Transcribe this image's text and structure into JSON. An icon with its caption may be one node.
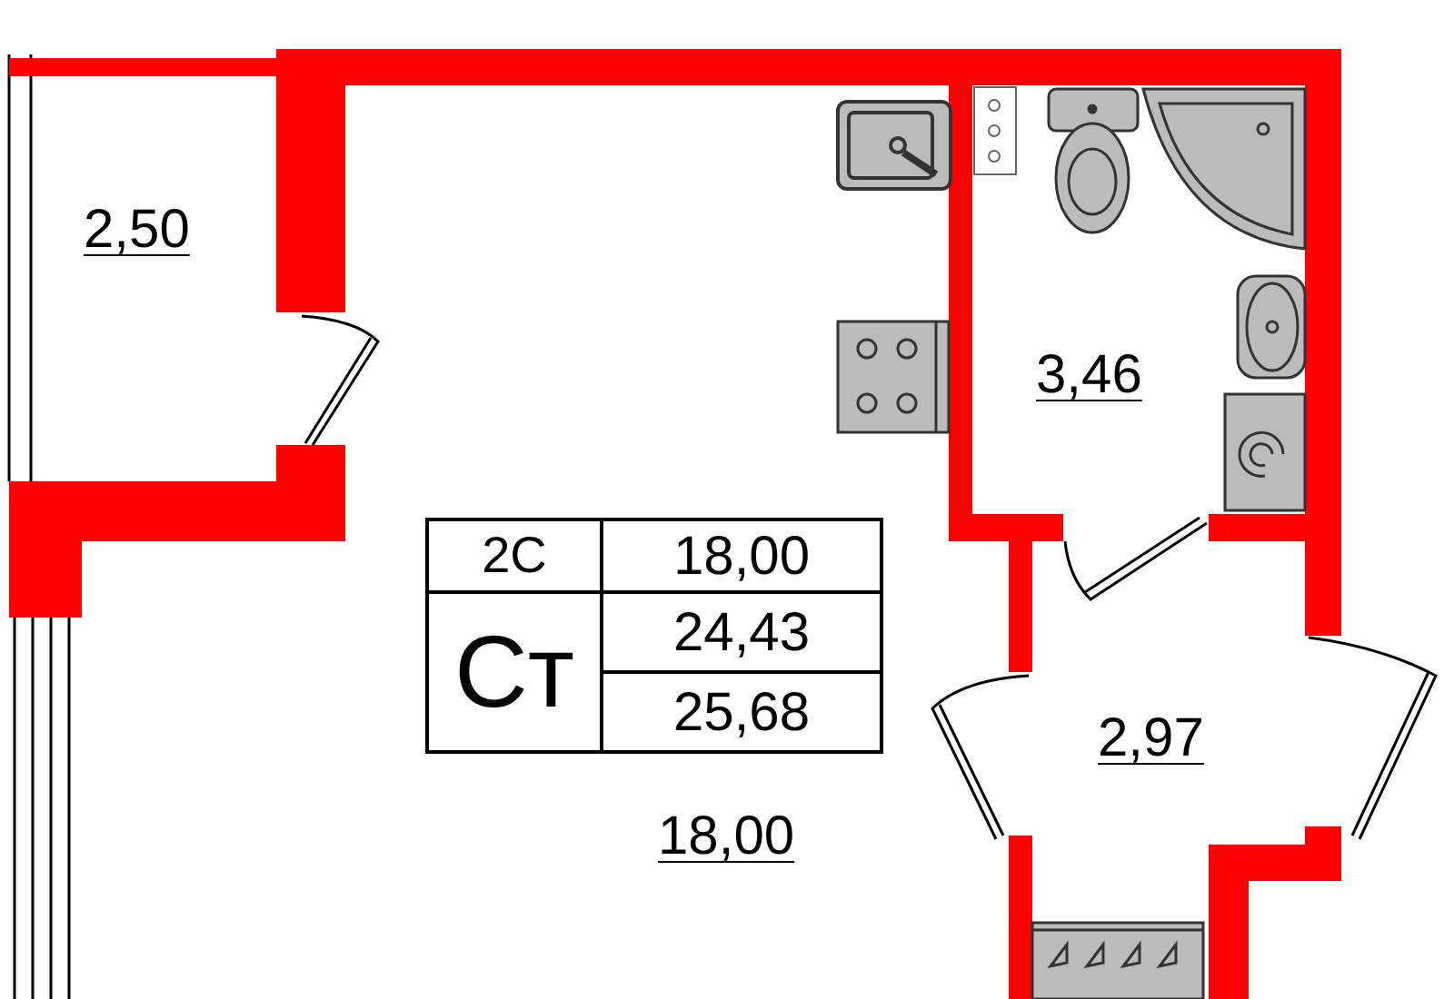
{
  "diagram": {
    "labels": [
      "2,50",
      "3,46",
      "2С",
      "18,00",
      "Ст",
      "24,43",
      "25,68",
      "2,97",
      "18,00"
    ]
  }
}
